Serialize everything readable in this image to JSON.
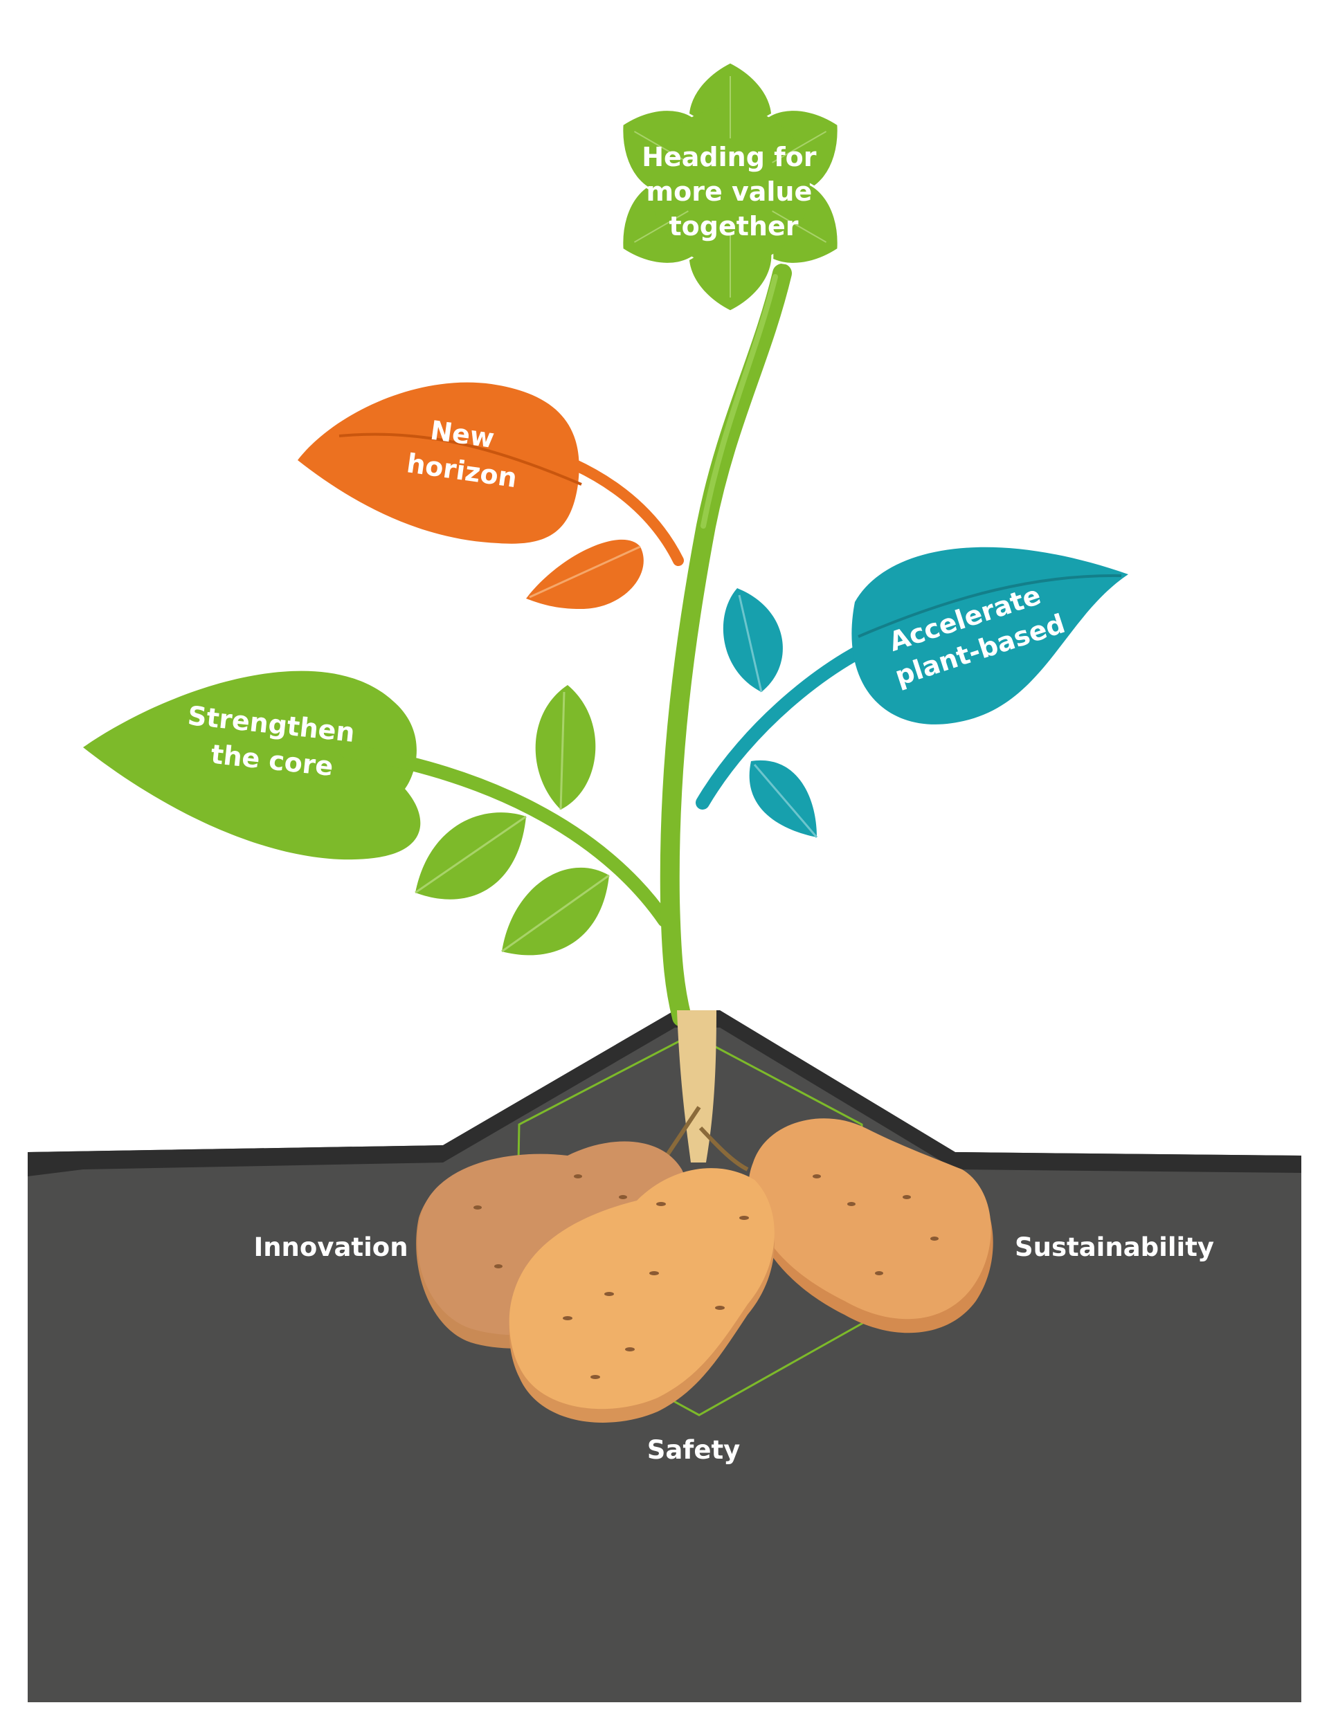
{
  "flower": {
    "label_lines": [
      "Heading for",
      "more value",
      "together"
    ]
  },
  "leaves": {
    "new_horizon": {
      "label_lines": [
        "New",
        "horizon"
      ]
    },
    "accelerate": {
      "label_lines": [
        "Accelerate",
        "plant-based"
      ]
    },
    "strengthen": {
      "label_lines": [
        "Strengthen",
        "the core"
      ]
    }
  },
  "pillars": {
    "innovation": "Innovation",
    "sustainability": "Sustainability",
    "safety": "Safety"
  },
  "colors": {
    "green": "#7dba2a",
    "orange": "#ec7120",
    "teal": "#17a0ad",
    "soil": "#4d4d4c",
    "potato": "#f0b068"
  }
}
